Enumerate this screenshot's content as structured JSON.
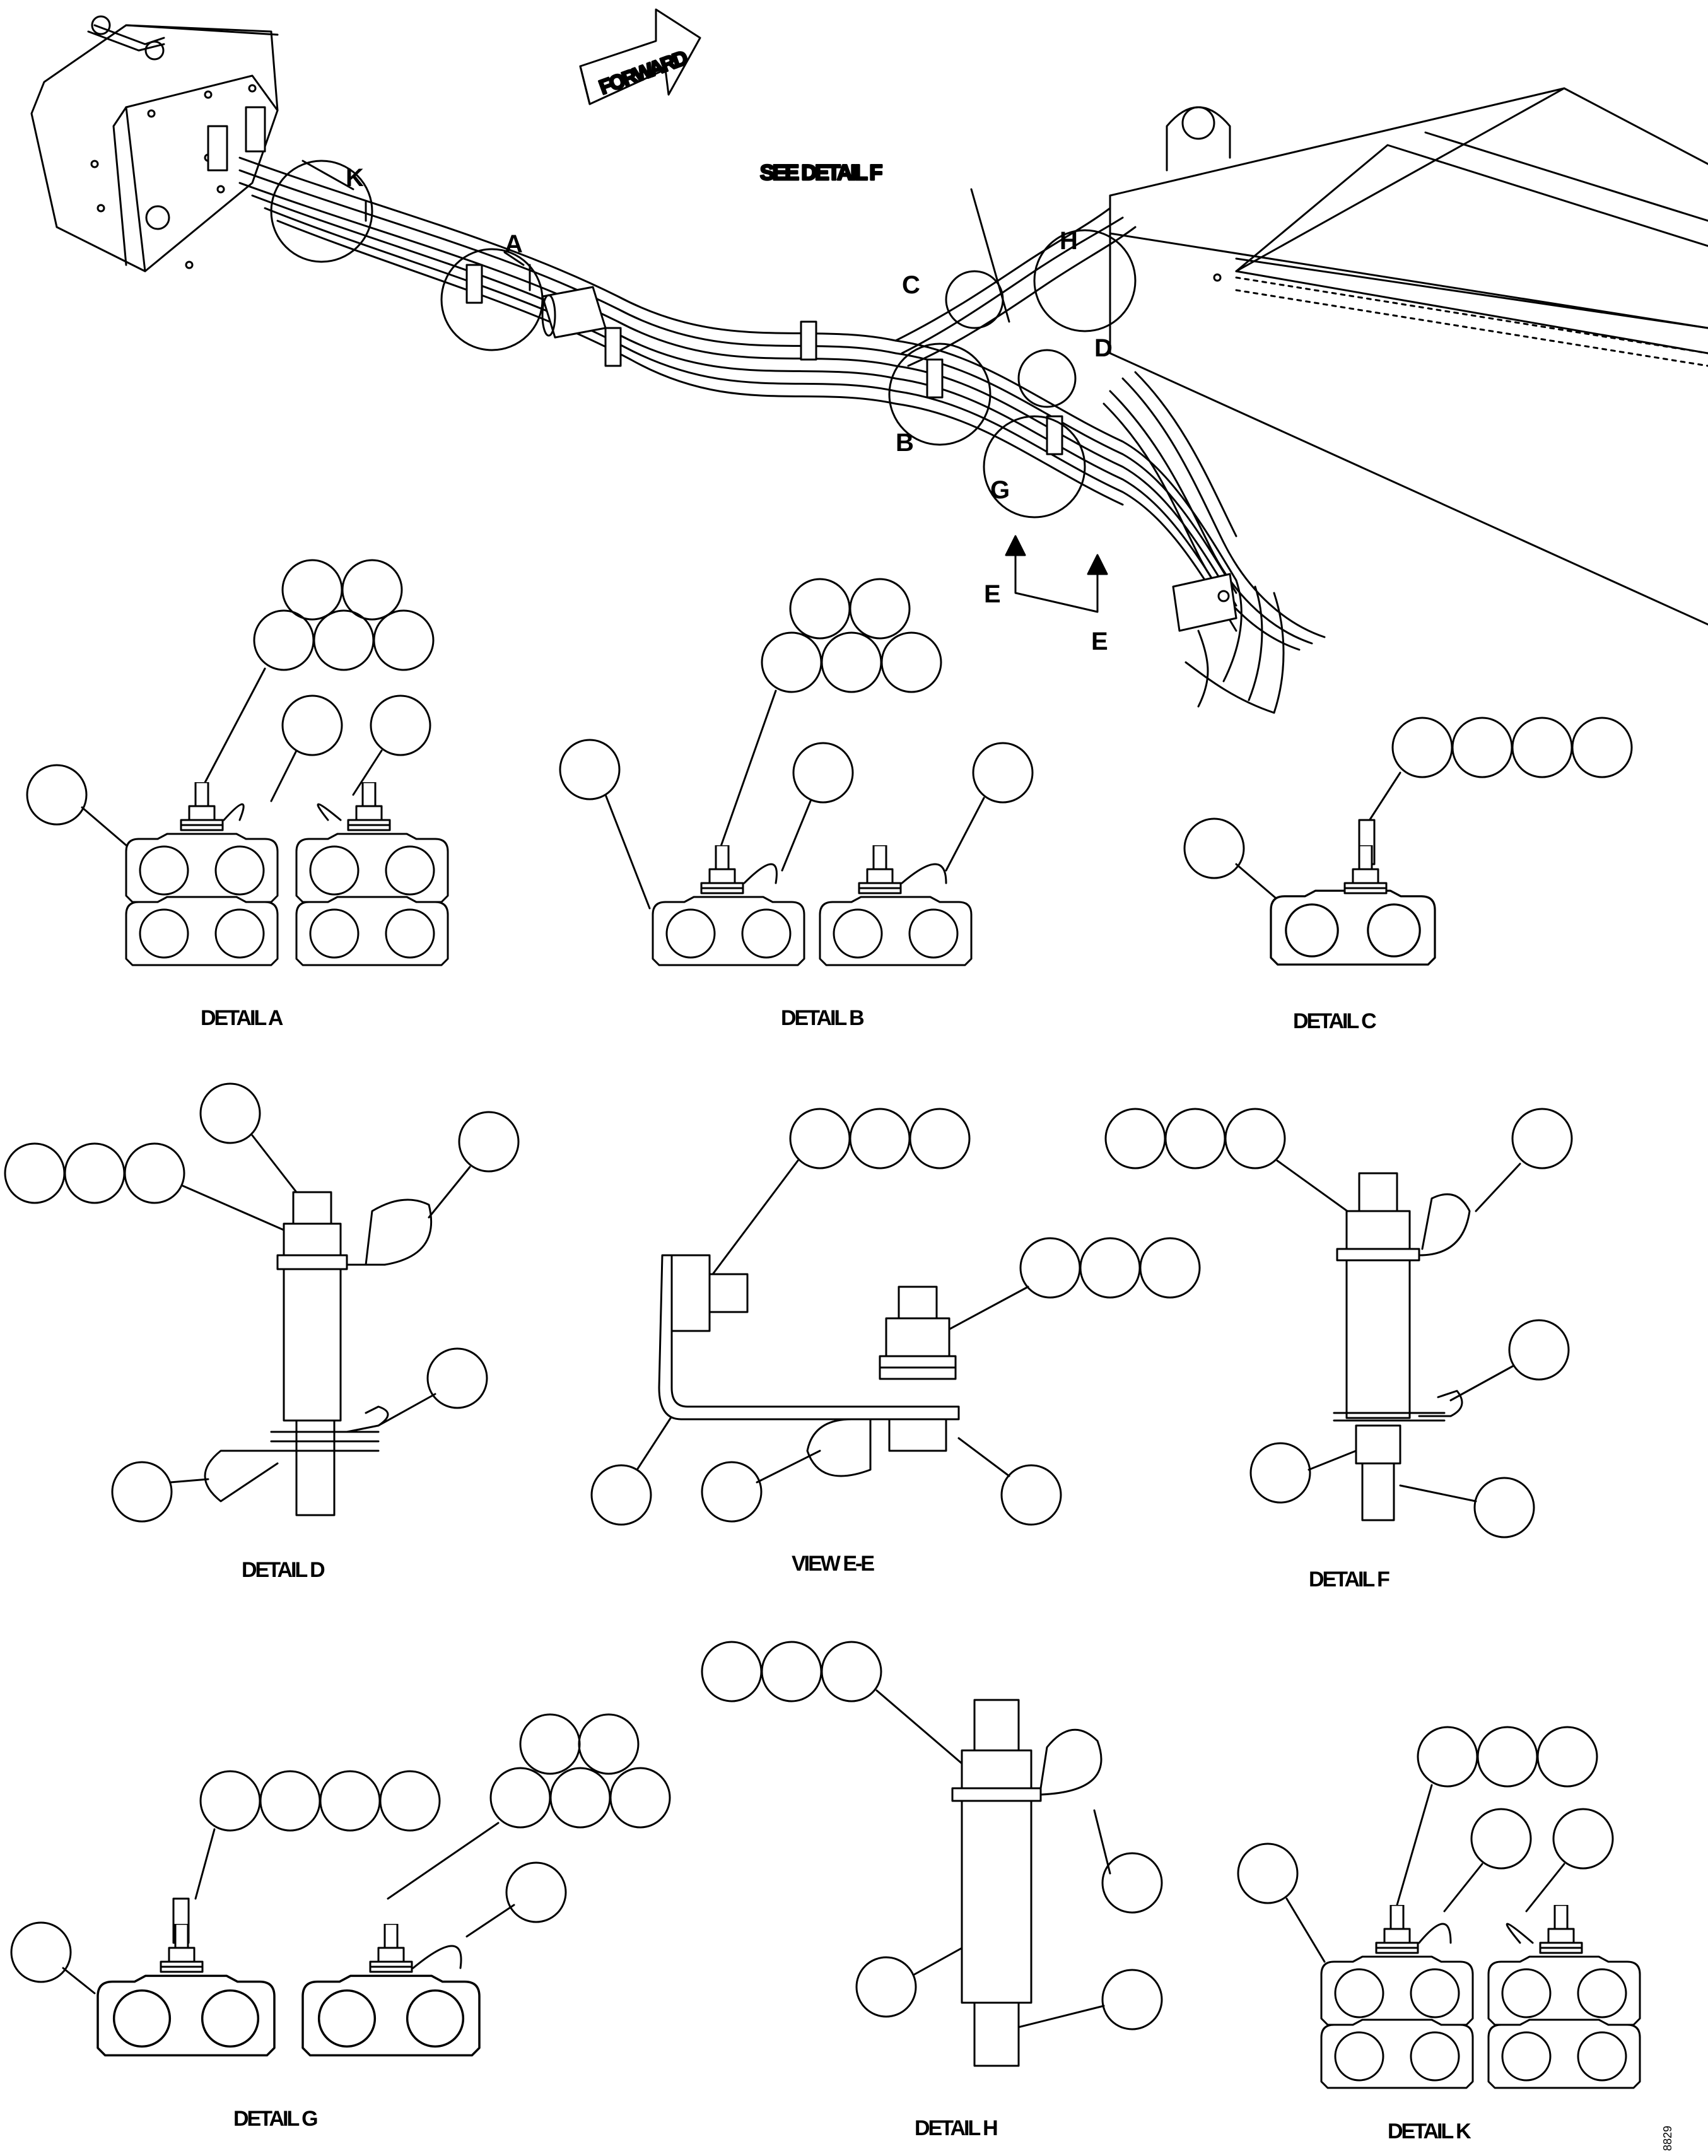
{
  "main_view": {
    "forward_label": "FORWARD",
    "see_detail_f": "SEE DETAIL F",
    "detail_callouts": [
      "K",
      "A",
      "C",
      "H",
      "D",
      "B",
      "G"
    ],
    "view_arrow_label": "E"
  },
  "details": {
    "a": "DETAIL A",
    "b": "DETAIL B",
    "c": "DETAIL C",
    "d": "DETAIL D",
    "e": "VIEW E-E",
    "f": "DETAIL F",
    "g": "DETAIL G",
    "h": "DETAIL H",
    "k": "DETAIL K"
  },
  "figure_id": "8829"
}
